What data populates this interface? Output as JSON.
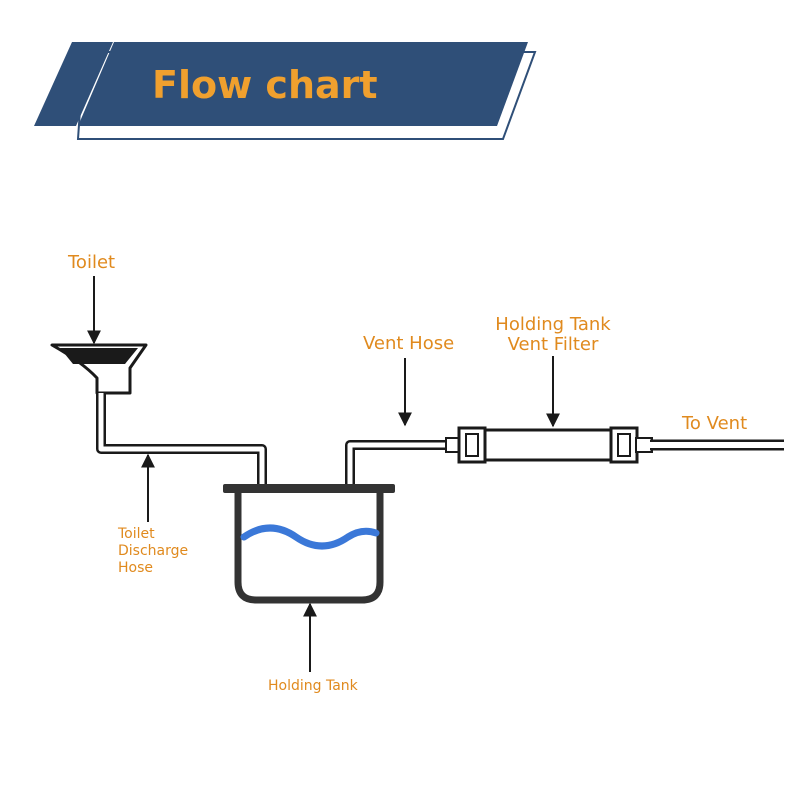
{
  "title": "Flow chart",
  "labels": {
    "toilet": "Toilet",
    "discharge_hose": [
      "Toilet",
      "Discharge",
      "Hose"
    ],
    "holding_tank": "Holding Tank",
    "vent_hose": "Vent Hose",
    "vent_filter": [
      "Holding Tank",
      "Vent Filter"
    ],
    "to_vent": "To Vent"
  },
  "colors": {
    "banner": "#2f4f78",
    "title_text": "#f0a02e",
    "label_text": "#e08a1e",
    "line": "#1a1a1a",
    "water": "#3b78d8",
    "tank_wall": "#333333"
  }
}
